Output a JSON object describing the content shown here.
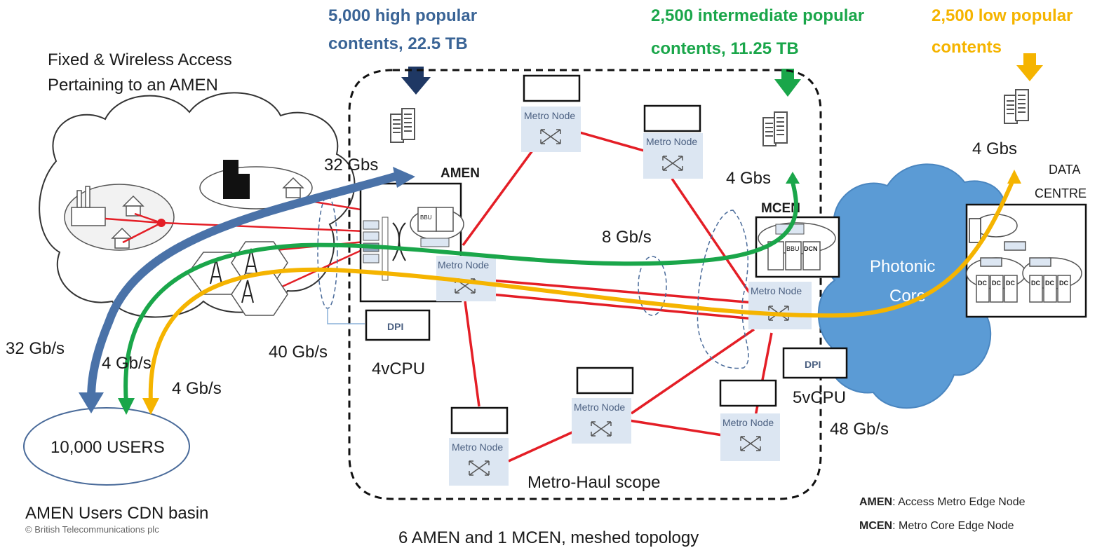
{
  "top_labels": {
    "high": [
      "5,000 high popular",
      "contents, 22.5 TB"
    ],
    "intermediate": [
      "2,500 intermediate  popular",
      "contents,  11.25 TB"
    ],
    "low": [
      "2,500 low popular",
      "contents"
    ]
  },
  "access_title": [
    "Fixed & Wireless Access",
    "Pertaining to an AMEN"
  ],
  "rates": {
    "amen_server": "32 Gbs",
    "mcen_server": "4 Gbs",
    "dc_server": "4 Gbs",
    "users_32": "32 Gb/s",
    "users_4a": "4 Gb/s",
    "users_4b": "4 Gb/s",
    "access_40": "40 Gb/s",
    "metro_8": "8 Gb/s",
    "core_48": "48 Gb/s"
  },
  "nodes": {
    "amen": "AMEN",
    "mcen": "MCEN",
    "metro_node": "Metro Node",
    "dpi": "DPI",
    "bbu": "BBU",
    "dcn": "DCN",
    "dc": "DC",
    "amen_cpu": "4vCPU",
    "mcen_cpu": "5vCPU",
    "data_centre": [
      "DATA",
      "CENTRE"
    ],
    "photonic_core": [
      "Photonic",
      "Core"
    ]
  },
  "users_label": "10,000 USERS",
  "basin_label": "AMEN Users CDN basin",
  "copyright": "© British Telecommunications plc",
  "scope_label": "Metro-Haul scope",
  "topology_caption": "6 AMEN and 1 MCEN, meshed topology",
  "legend": [
    {
      "term": "AMEN",
      "desc": ": Access Metro Edge Node"
    },
    {
      "term": "MCEN",
      "desc": ": Metro Core Edge Node"
    }
  ],
  "colors": {
    "high": "#3a6496",
    "intermediate": "#1aa64a",
    "low": "#f5b400",
    "link": "#e41e26",
    "core": "#5b9bd5"
  }
}
